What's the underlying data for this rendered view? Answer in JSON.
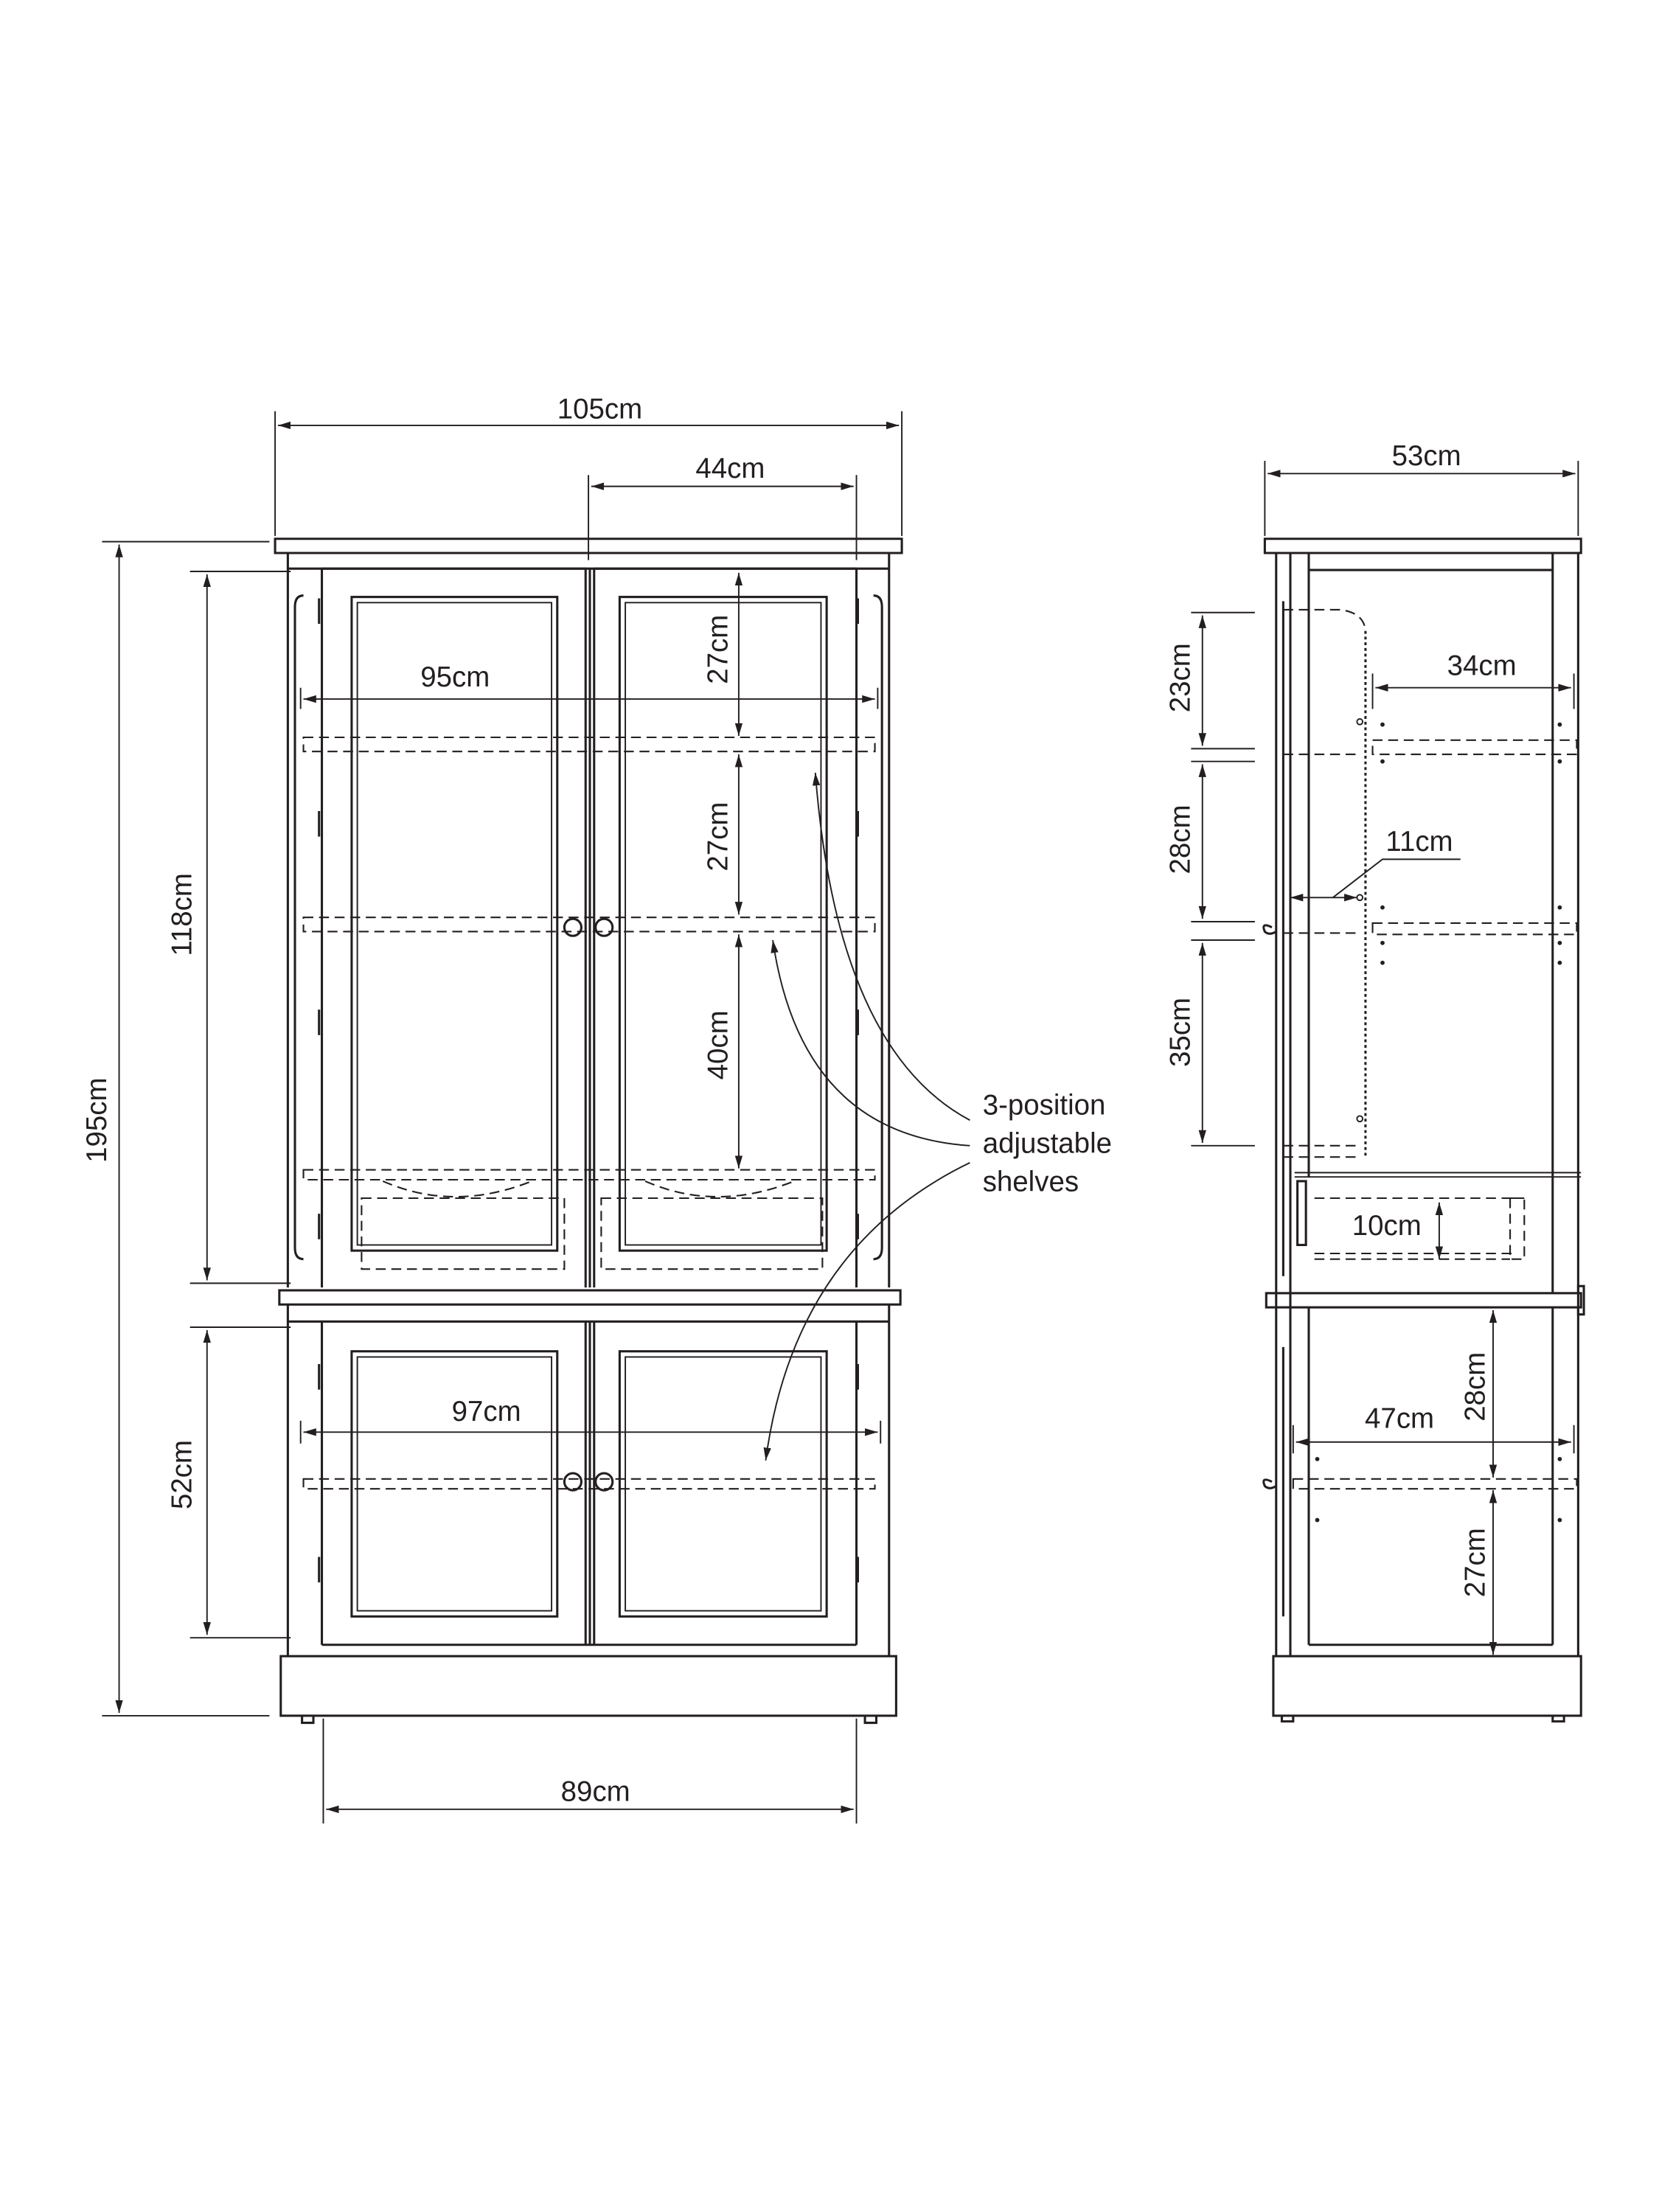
{
  "colors": {
    "line": "#231f20",
    "background": "#ffffff"
  },
  "front": {
    "overall_width": "105cm",
    "door_width": "44cm",
    "inner_width_top": "95cm",
    "inner_width_bottom": "97cm",
    "overall_height": "195cm",
    "top_section_height": "118cm",
    "bottom_section_height": "52cm",
    "plinth_width": "89cm",
    "shelf_gap_1": "27cm",
    "shelf_gap_2": "27cm",
    "shelf_gap_3": "40cm"
  },
  "callout": {
    "line1": "3-position",
    "line2": "adjustable",
    "line3": "shelves"
  },
  "side": {
    "overall_depth": "53cm",
    "shelf_depth": "34cm",
    "shelf_setback": "11cm",
    "drawer_height": "10cm",
    "gap_1": "23cm",
    "gap_2": "28cm",
    "gap_3": "35cm",
    "lower_depth": "47cm",
    "lower_gap_1": "28cm",
    "lower_gap_2": "27cm"
  }
}
